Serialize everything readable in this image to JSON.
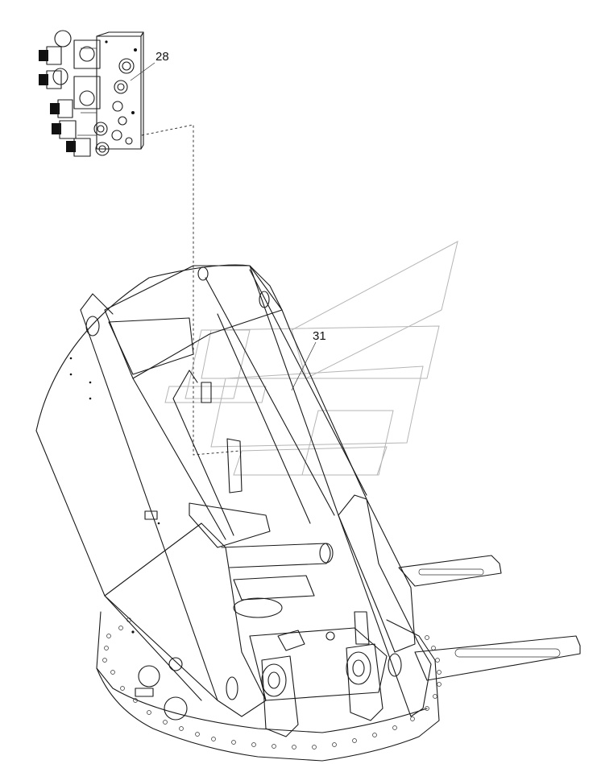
{
  "callouts": [
    {
      "id": "28",
      "label": "28"
    },
    {
      "id": "31",
      "label": "31"
    }
  ]
}
